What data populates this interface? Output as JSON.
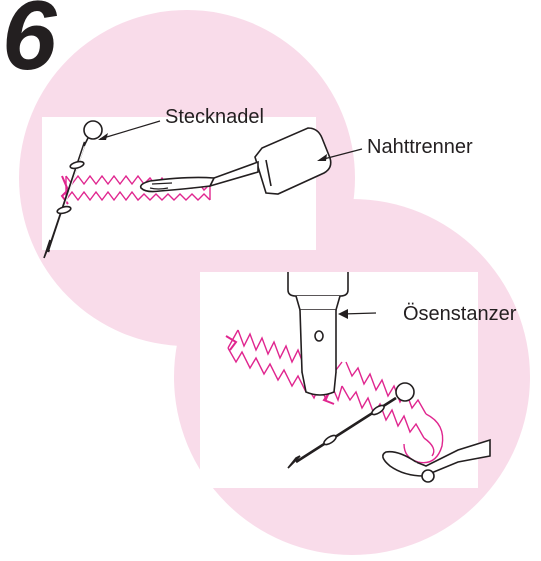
{
  "step_number": "6",
  "labels": {
    "pin": "Stecknadel",
    "seam_ripper": "Nahttrenner",
    "eyelet_punch": "Ösenstanzer"
  },
  "colors": {
    "circle_fill": "#f9dcea",
    "stitch": "#e0268f",
    "line": "#231f20"
  }
}
